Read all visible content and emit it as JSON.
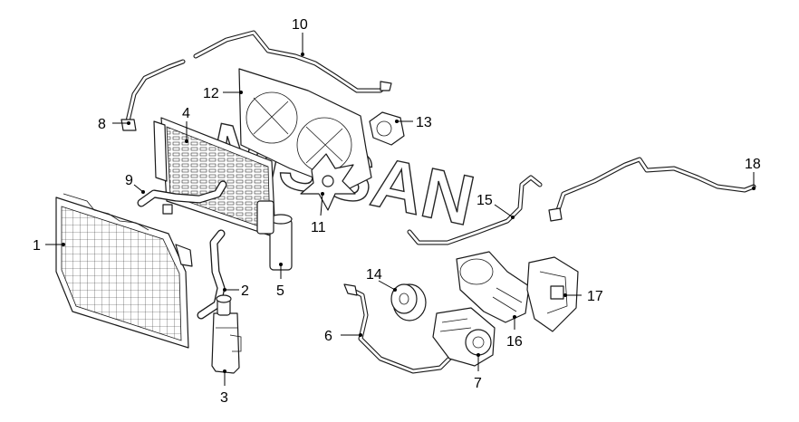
{
  "diagram": {
    "watermark": "NISSAN",
    "callouts": [
      {
        "id": "1",
        "label": "1"
      },
      {
        "id": "2",
        "label": "2"
      },
      {
        "id": "3",
        "label": "3"
      },
      {
        "id": "4",
        "label": "4"
      },
      {
        "id": "5",
        "label": "5"
      },
      {
        "id": "6",
        "label": "6"
      },
      {
        "id": "7",
        "label": "7"
      },
      {
        "id": "8",
        "label": "8"
      },
      {
        "id": "9",
        "label": "9"
      },
      {
        "id": "10",
        "label": "10"
      },
      {
        "id": "11",
        "label": "11"
      },
      {
        "id": "12",
        "label": "12"
      },
      {
        "id": "13",
        "label": "13"
      },
      {
        "id": "14",
        "label": "14"
      },
      {
        "id": "15",
        "label": "15"
      },
      {
        "id": "16",
        "label": "16"
      },
      {
        "id": "17",
        "label": "17"
      },
      {
        "id": "18",
        "label": "18"
      }
    ]
  }
}
